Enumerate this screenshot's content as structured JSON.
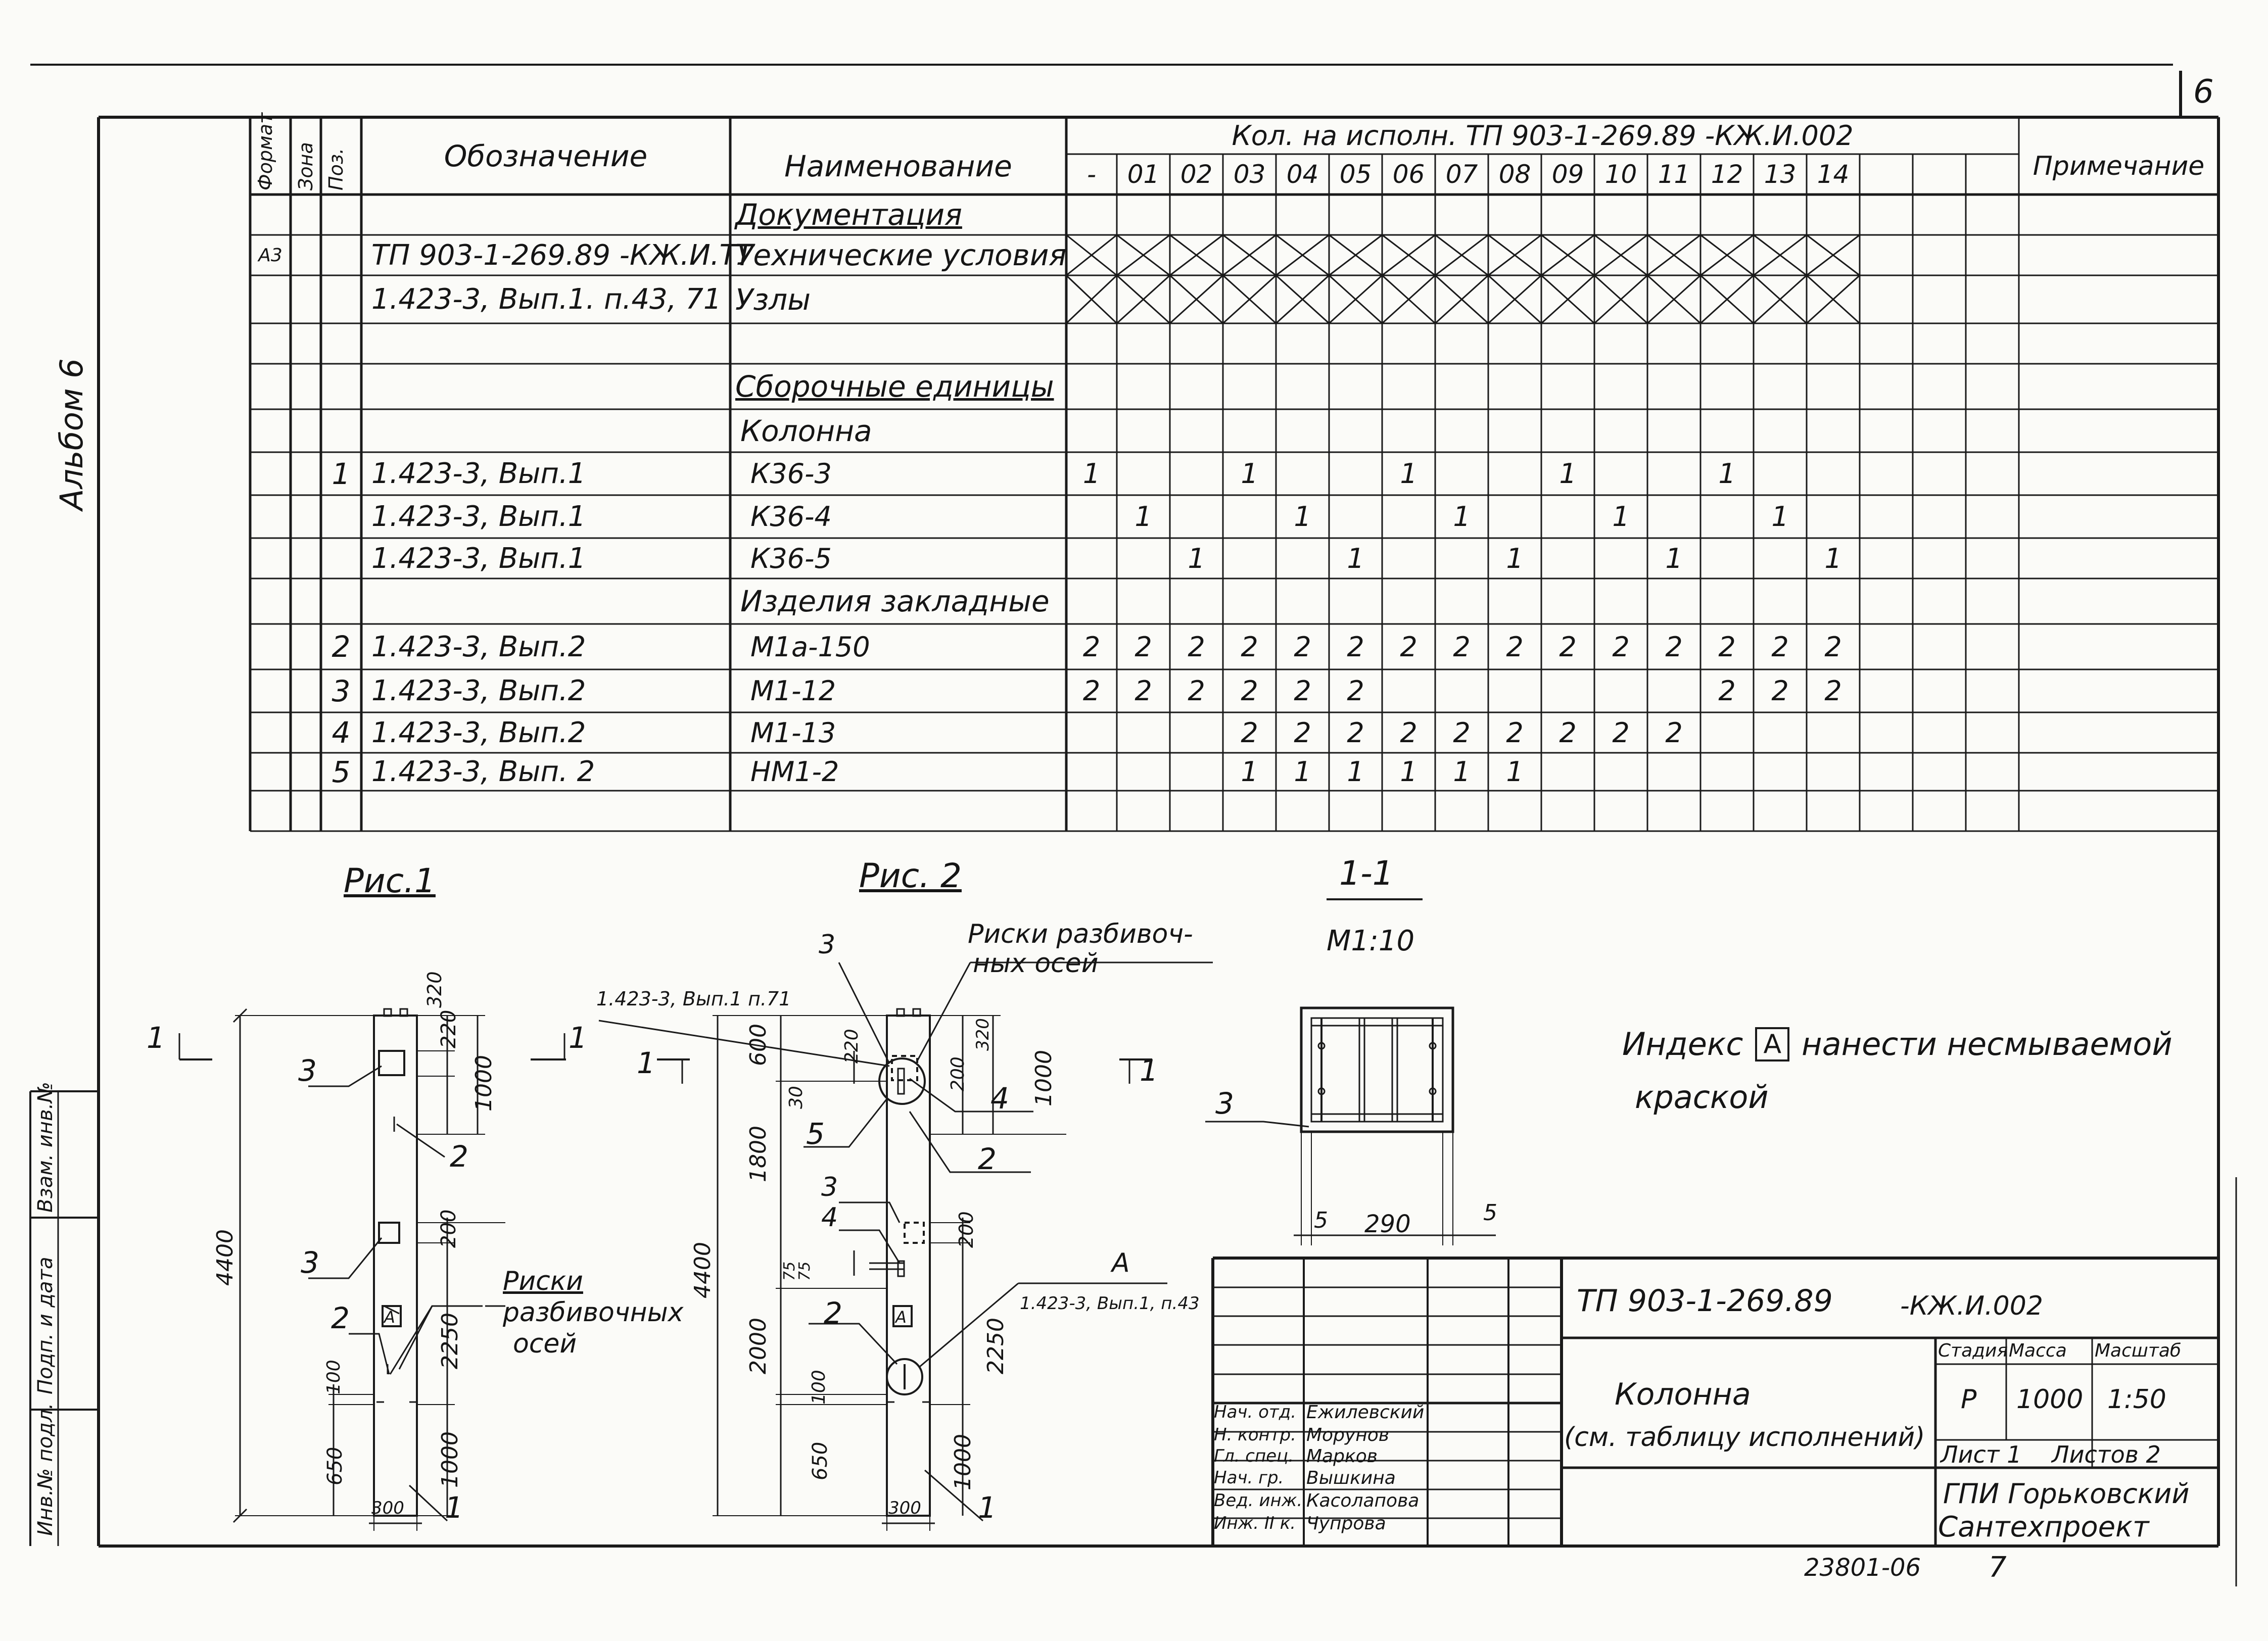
{
  "sheet_number": "6",
  "album_label": "Альбом 6",
  "side_stamp": [
    "Инв.№ подл.",
    "Подп. и дата",
    "Взам. инв.№"
  ],
  "spec_table": {
    "headers": {
      "format": "Формат",
      "zone": "Зона",
      "pos": "Поз.",
      "designation": "Обозначение",
      "name": "Наименование",
      "qty_group": "Кол. на исполн. ТП 903-1-269.89 -КЖ.И.002",
      "note": "Примечание",
      "variants": [
        "-",
        "01",
        "02",
        "03",
        "04",
        "05",
        "06",
        "07",
        "08",
        "09",
        "10",
        "11",
        "12",
        "13",
        "14"
      ]
    },
    "rows": [
      {
        "format": "",
        "pos": "",
        "designation": "",
        "name": "Документация",
        "type": "section",
        "qty": []
      },
      {
        "format": "А3",
        "pos": "",
        "designation": "ТП 903-1-269.89 -КЖ.И.ТУ",
        "name": "Технические условия",
        "type": "crossed",
        "qty": []
      },
      {
        "format": "",
        "pos": "",
        "designation": "1.423-3, Вып.1. п.43, 71",
        "name": "Узлы",
        "type": "crossed",
        "qty": []
      },
      {
        "format": "",
        "pos": "",
        "designation": "",
        "name": "",
        "type": "blank",
        "qty": []
      },
      {
        "format": "",
        "pos": "",
        "designation": "",
        "name": "Сборочные единицы",
        "type": "section",
        "qty": []
      },
      {
        "format": "",
        "pos": "",
        "designation": "",
        "name": "Колонна",
        "type": "subsection",
        "qty": []
      },
      {
        "format": "",
        "pos": "1",
        "designation": "1.423-3, Вып.1",
        "name": "К36-3",
        "type": "item",
        "qty": [
          "1",
          "",
          "",
          "1",
          "",
          "",
          "1",
          "",
          "",
          "1",
          "",
          "",
          "1",
          "",
          ""
        ]
      },
      {
        "format": "",
        "pos": "",
        "designation": "1.423-3, Вып.1",
        "name": "К36-4",
        "type": "item",
        "qty": [
          "",
          "1",
          "",
          "",
          "1",
          "",
          "",
          "1",
          "",
          "",
          "1",
          "",
          "",
          "1",
          ""
        ]
      },
      {
        "format": "",
        "pos": "",
        "designation": "1.423-3, Вып.1",
        "name": "К36-5",
        "type": "item",
        "qty": [
          "",
          "",
          "1",
          "",
          "",
          "1",
          "",
          "",
          "1",
          "",
          "",
          "1",
          "",
          "",
          "1"
        ]
      },
      {
        "format": "",
        "pos": "",
        "designation": "",
        "name": "Изделия закладные",
        "type": "subsection",
        "qty": []
      },
      {
        "format": "",
        "pos": "2",
        "designation": "1.423-3, Вып.2",
        "name": "М1а-150",
        "type": "item",
        "qty": [
          "2",
          "2",
          "2",
          "2",
          "2",
          "2",
          "2",
          "2",
          "2",
          "2",
          "2",
          "2",
          "2",
          "2",
          "2"
        ]
      },
      {
        "format": "",
        "pos": "3",
        "designation": "1.423-3, Вып.2",
        "name": "М1-12",
        "type": "item",
        "qty": [
          "2",
          "2",
          "2",
          "2",
          "2",
          "2",
          "",
          "",
          "",
          "",
          "",
          "",
          "2",
          "2",
          "2"
        ]
      },
      {
        "format": "",
        "pos": "4",
        "designation": "1.423-3, Вып.2",
        "name": "М1-13",
        "type": "item",
        "qty": [
          "",
          "",
          "",
          "2",
          "2",
          "2",
          "2",
          "2",
          "2",
          "2",
          "2",
          "2",
          "",
          "",
          ""
        ]
      },
      {
        "format": "",
        "pos": "5",
        "designation": "1.423-3, Вып. 2",
        "name": "НМ1-2",
        "type": "item",
        "qty": [
          "",
          "",
          "",
          "1",
          "1",
          "1",
          "1",
          "1",
          "1",
          "",
          "",
          "",
          "",
          "",
          ""
        ]
      },
      {
        "format": "",
        "pos": "",
        "designation": "",
        "name": "",
        "type": "blank",
        "qty": []
      }
    ]
  },
  "drawings": {
    "fig1": {
      "title": "Рис.1",
      "section_mark": "1",
      "total_height": "4400",
      "dims": [
        "220",
        "320",
        "1000",
        "200",
        "2250",
        "100",
        "1000",
        "650",
        "300"
      ],
      "pos_labels": [
        "3",
        "2",
        "3",
        "2",
        "1"
      ],
      "index": "А",
      "marks_label": [
        "Риски",
        "разбивочных",
        "осей"
      ]
    },
    "fig2": {
      "title": "Рис. 2",
      "section_mark": "1",
      "total_height": "4400",
      "node_ref_top": "1.423-3, Вып.1 п.71",
      "node_ref_side": "1.423-3, Вып.1, п.43",
      "node_label": "А",
      "dims": [
        "600",
        "30",
        "220",
        "200",
        "320",
        "1000",
        "1800",
        "200",
        "75",
        "75",
        "2000",
        "2250",
        "100",
        "650",
        "1000",
        "300"
      ],
      "pos_labels": [
        "3",
        "4",
        "5",
        "2",
        "3",
        "4",
        "2",
        "1"
      ],
      "index": "А",
      "marks_label": [
        "Риски разбивоч-",
        "ных осей"
      ]
    },
    "section": {
      "title": "1-1",
      "scale": "М1:10",
      "pos_label": "3",
      "dims": [
        "5",
        "290",
        "5"
      ]
    }
  },
  "note": {
    "line1_a": "Индекс",
    "index": "А",
    "line1_b": "нанести несмываемой",
    "line2": "краской"
  },
  "title_block": {
    "code": "ТП 903-1-269.89",
    "code_suffix": "-КЖ.И.002",
    "title": "Колонна",
    "subtitle": "(см. таблицу исполнений)",
    "stage_label": "Стадия",
    "mass_label": "Масса",
    "scale_label": "Масштаб",
    "stage": "Р",
    "mass": "1000",
    "scale": "1:50",
    "sheet": "Лист 1",
    "sheets": "Листов 2",
    "org_line1": "ГПИ Горьковский",
    "org_line2": "Сантехпроект",
    "signatures": [
      {
        "role": "Нач. отд.",
        "name": "Ежилевский"
      },
      {
        "role": "Н. контр.",
        "name": "Морунов"
      },
      {
        "role": "Гл. спец.",
        "name": "Марков"
      },
      {
        "role": "Нач. гр.",
        "name": "Вышкина"
      },
      {
        "role": "Вед. инж.",
        "name": "Касолапова"
      },
      {
        "role": "Инж. II к.",
        "name": "Чупрова"
      }
    ]
  },
  "archive_number": "23801-06",
  "archive_page": "7"
}
